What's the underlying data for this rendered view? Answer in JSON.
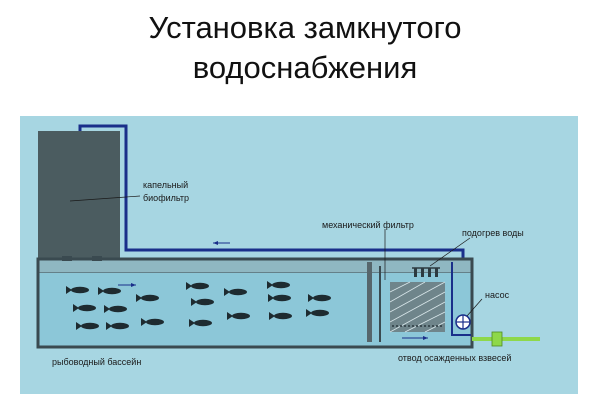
{
  "title": {
    "line1": "Установка замкнутого",
    "line2": "водоснабжения"
  },
  "labels": {
    "biofilter": [
      "капельный",
      "биофильтр"
    ],
    "mechanical_filter": "механический фильтр",
    "water_heating": "подогрев воды",
    "pump": "насос",
    "sediment_drain": "отвод осажденных взвесей",
    "fish_pool": "рыбоводный бассейн"
  },
  "colors": {
    "panel": "#a7d6e2",
    "pipe": "#1a2f8a",
    "biofilter": "#4b5c60",
    "tank_frame": "#3a4a50",
    "water": "#8cc7d8",
    "fish": "#1e2b30",
    "drain_pipe": "#8ed84a"
  }
}
